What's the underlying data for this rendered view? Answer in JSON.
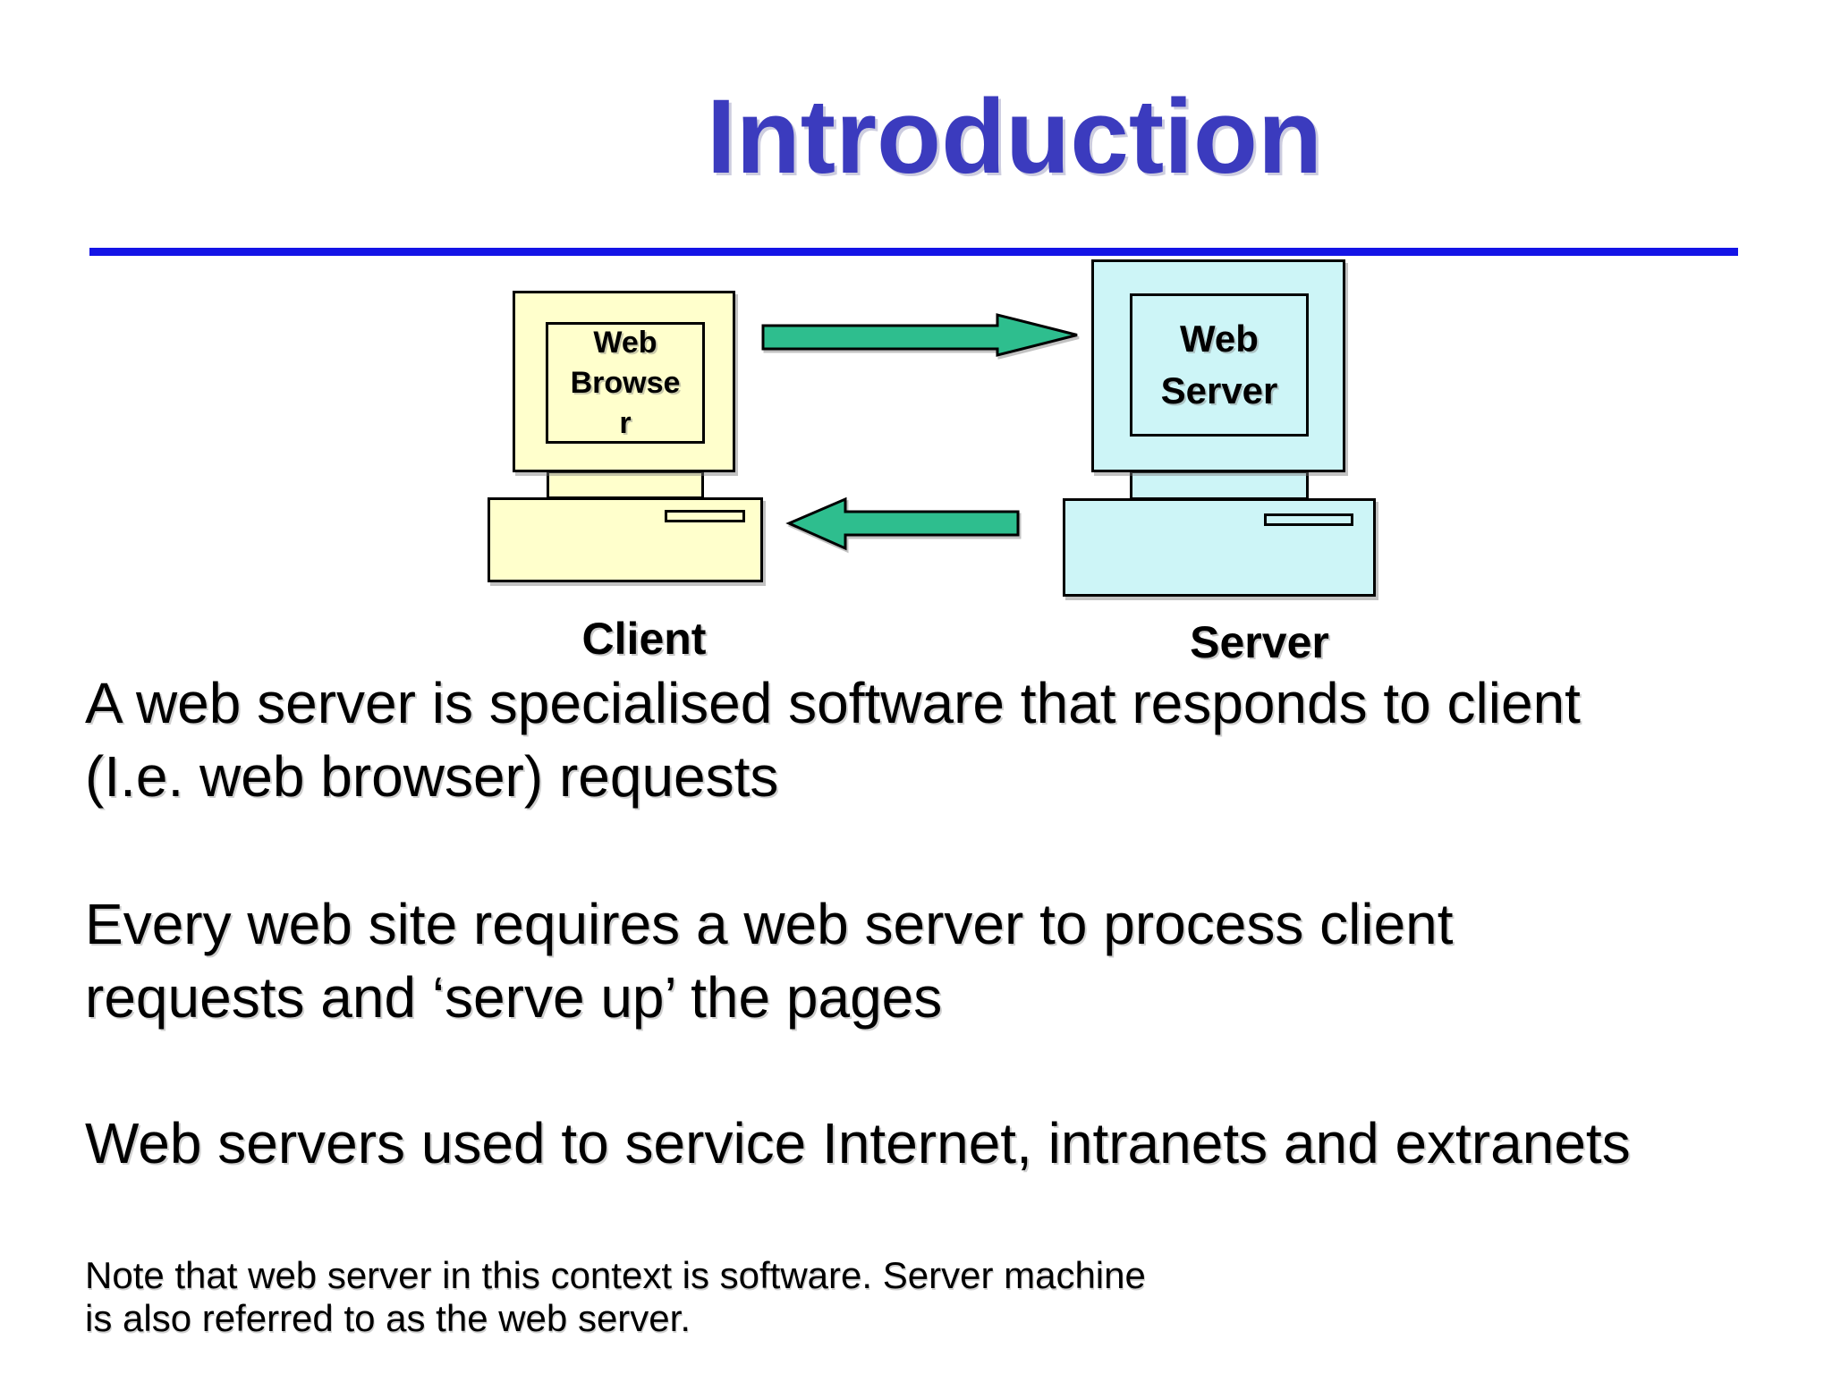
{
  "slide": {
    "title": "Introduction",
    "colors": {
      "title": "#3B3BBE",
      "rule": "#1414E6",
      "client_fill": "#FFFFCC",
      "server_fill": "#CDF5F7",
      "arrow_fill": "#2EBE8E",
      "outline": "#000000",
      "text": "#000000"
    },
    "diagram": {
      "client": {
        "screen_lines": [
          "Web",
          "Browse",
          "r"
        ],
        "label": "Client"
      },
      "server": {
        "screen_lines": [
          "Web",
          "Server"
        ],
        "label": "Server"
      },
      "arrows": [
        {
          "name": "request-arrow",
          "direction": "right"
        },
        {
          "name": "response-arrow",
          "direction": "left"
        }
      ]
    },
    "paragraphs": [
      {
        "lines": [
          "A web server is specialised software that responds to client",
          "(I.e. web browser) requests"
        ]
      },
      {
        "lines": [
          "Every web site requires a web server to process client",
          "requests and ‘serve up’ the pages"
        ]
      },
      {
        "lines": [
          "Web servers used to service Internet, intranets and extranets"
        ]
      }
    ],
    "note": {
      "lines": [
        "Note that web server in this context is software. Server machine",
        "is also referred to as the web server."
      ]
    }
  }
}
